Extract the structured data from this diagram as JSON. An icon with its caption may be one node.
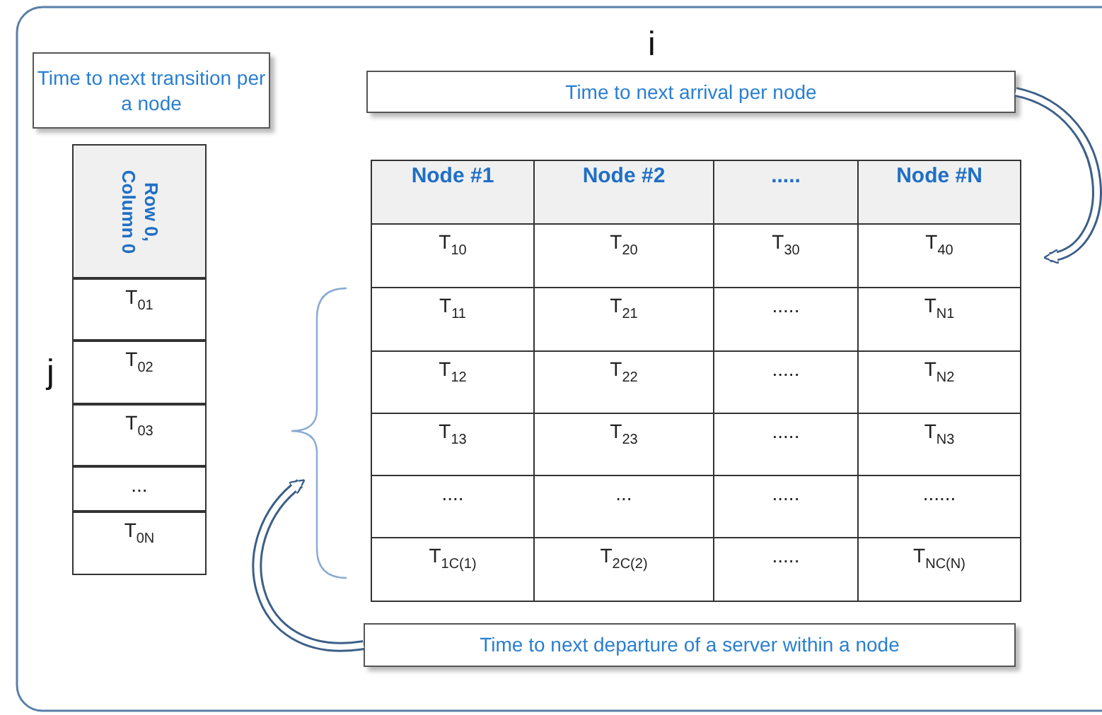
{
  "diagram": {
    "nodes": [
      {
        "text": [
          "Time to next transition per a node"
        ]
      },
      {
        "text": [
          "Time to next arrival per node"
        ]
      },
      {
        "text": [
          "Time to next departure of a server within a node"
        ]
      }
    ],
    "edges": [
      {
        "from": 1,
        "to": null,
        "arrow": "to"
      },
      {
        "from": 2,
        "to": null,
        "arrow": "to"
      }
    ],
    "labels": [
      "i",
      "Row 0, Column 0",
      "T$_{01}$",
      "T$_{02}$",
      "T$_{03}$",
      "...",
      "T$_{0N}$",
      "j",
      "Node #1",
      "Node #2",
      ".....",
      "Node #N",
      "T$_{10}$",
      "T$_{20}$",
      "T$_{30}$",
      "T$_{40}$",
      "T$_{11}$",
      "T$_{21}$",
      ".....",
      "T$_{N1}$",
      "T$_{12}$",
      "T$_{22}$",
      ".....",
      "T$_{N2}$",
      "T$_{13}$",
      "T$_{23}$",
      ".....",
      "T$_{N3}$",
      "....",
      "...",
      ".....",
      "......",
      "T$_{1C(1)}$",
      "T$_{2C(2)}$",
      ".....",
      "T$_{NC(N)}$"
    ]
  }
}
